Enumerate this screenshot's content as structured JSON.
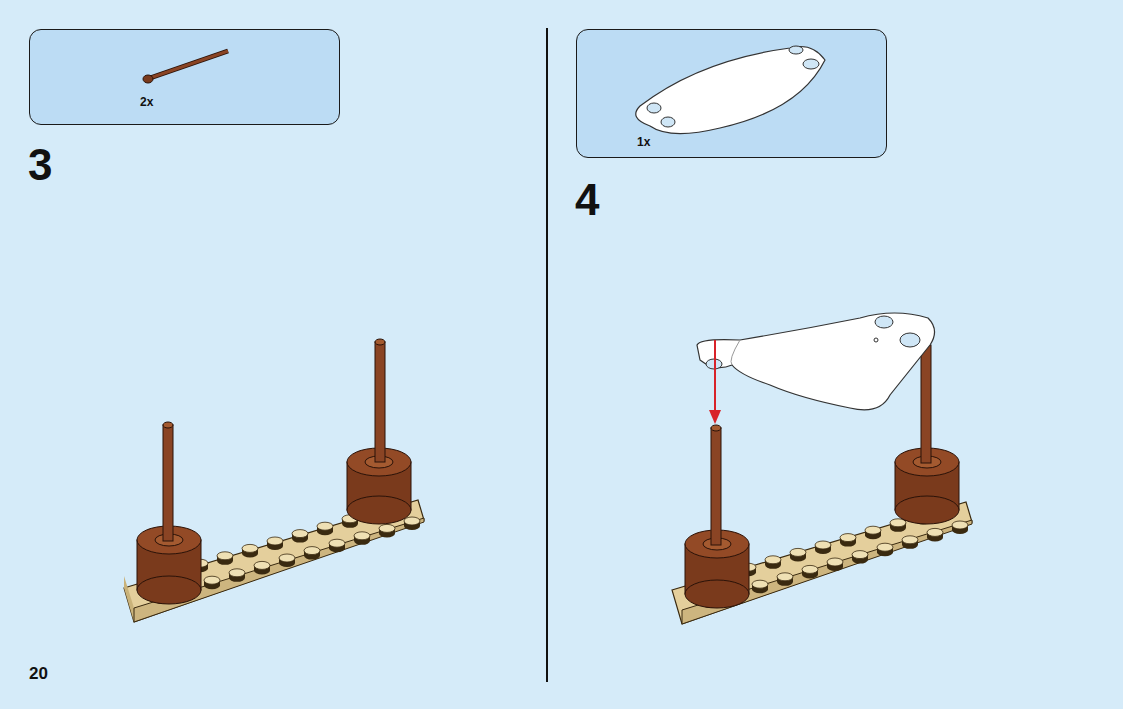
{
  "diagram": {
    "nodes": [
      {
        "text": [
          "2x"
        ]
      },
      {
        "text": [
          "1x"
        ]
      }
    ],
    "labels": [
      "3",
      "4",
      "20"
    ]
  }
}
